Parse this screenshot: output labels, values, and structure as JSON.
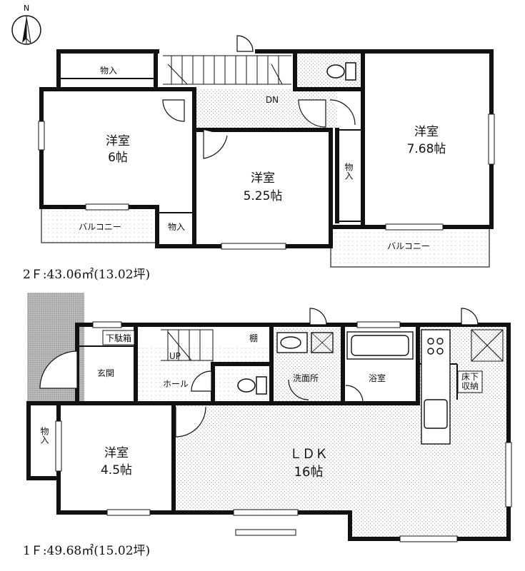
{
  "compass": {
    "north_label": "N"
  },
  "floor2": {
    "caption": "2Ｆ:43.06㎡(13.02坪)",
    "stair_label": "DN",
    "rooms": {
      "western_6": {
        "name": "洋室",
        "size": "6帖"
      },
      "western_525": {
        "name": "洋室",
        "size": "5.25帖"
      },
      "western_768": {
        "name": "洋室",
        "size": "7.68帖"
      },
      "storage_top": "物入",
      "storage_mid": "物入",
      "storage_right": "物入",
      "balcony_left": "バルコニー",
      "balcony_right": "バルコニー"
    }
  },
  "floor1": {
    "caption": "1Ｆ:49.68㎡(15.02坪)",
    "stair_label": "UP",
    "rooms": {
      "shoe_storage": "下駄箱",
      "entrance": "玄関",
      "hall": "ホール",
      "shelf": "棚",
      "washroom": "洗面所",
      "bathroom": "浴室",
      "underfloor": "床下収納",
      "western_45": {
        "name": "洋室",
        "size": "4.5帖"
      },
      "storage": "物入",
      "ldk": {
        "name": "ＬＤＫ",
        "size": "16帖"
      }
    }
  }
}
